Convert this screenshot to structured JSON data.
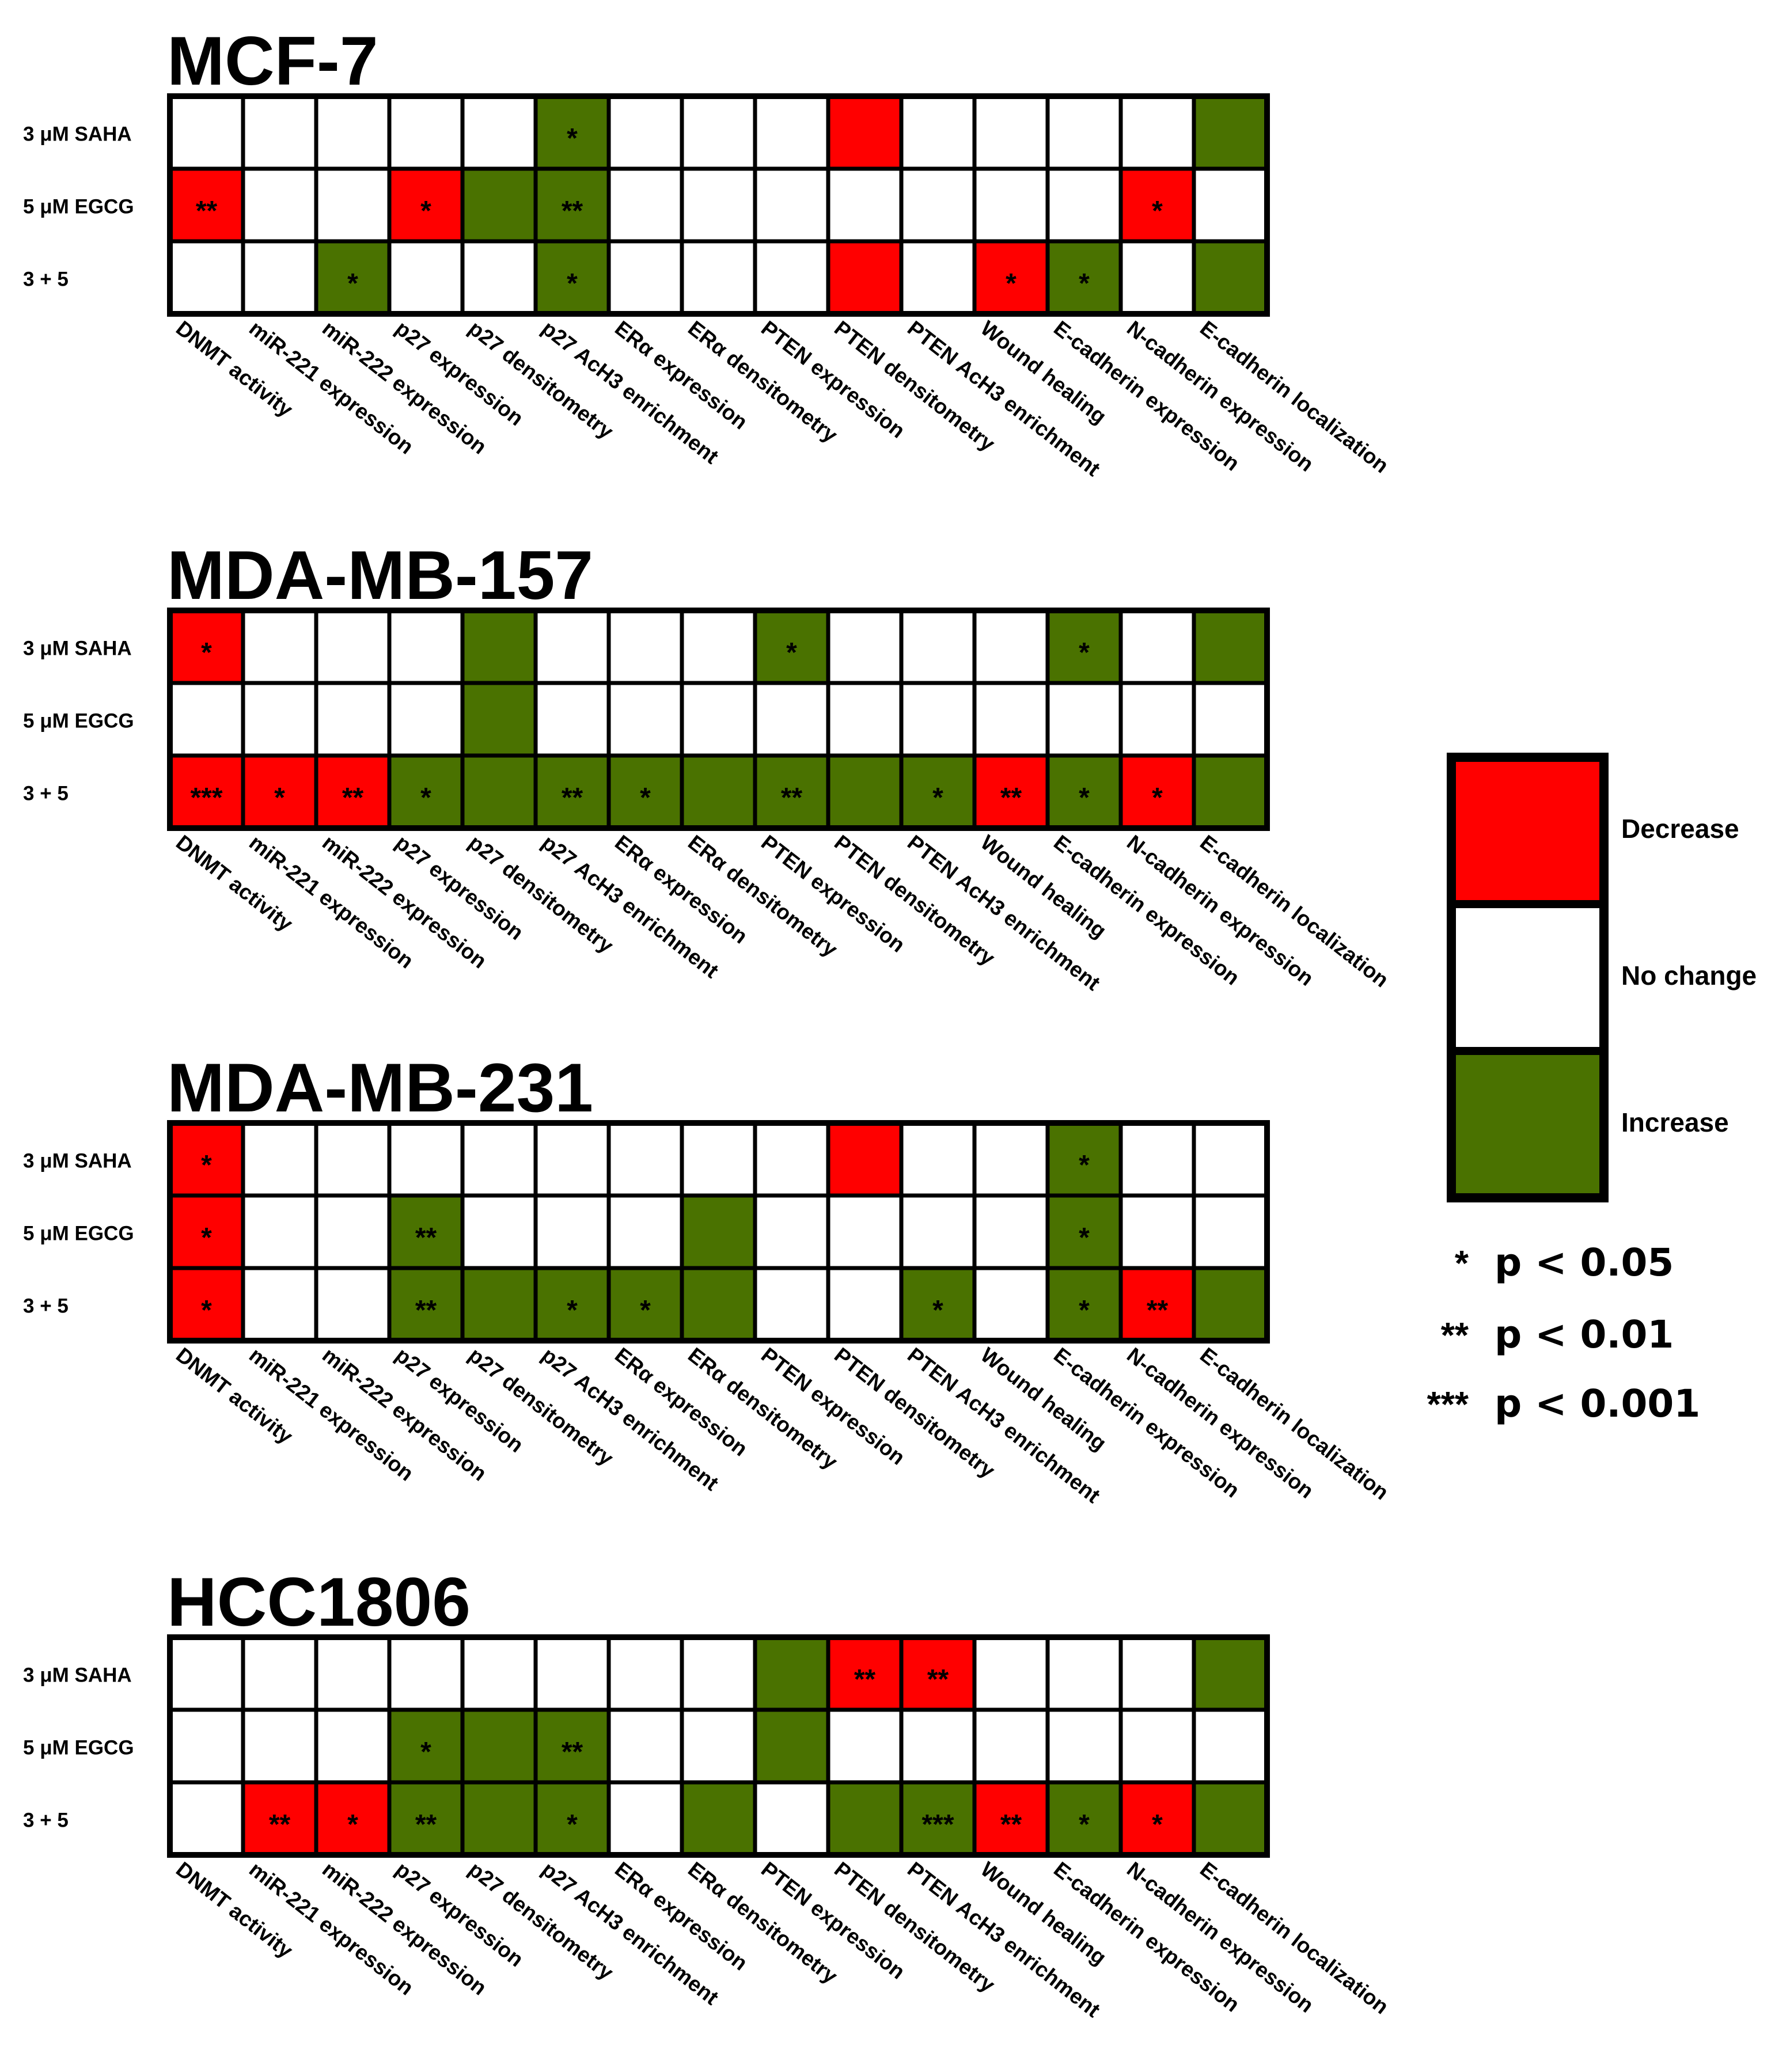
{
  "chart_data": {
    "type": "heatmap",
    "columns": [
      "DNMT activity",
      "miR-221 expression",
      "miR-222 expression",
      "p27 expression",
      "p27 densitometry",
      "p27 AcH3 enrichment",
      "ERα expression",
      "ERα densitometry",
      "PTEN expression",
      "PTEN densitometry",
      "PTEN AcH3 enrichment",
      "Wound healing",
      "E-cadherin expression",
      "N-cadherin expression",
      "E-cadherin localization"
    ],
    "rows": [
      "3 μM SAHA",
      "5 μM EGCG",
      "3 + 5"
    ],
    "colors": {
      "D": "#ff0000",
      "N": "#ffffff",
      "I": "#4a7200"
    },
    "panels": [
      {
        "title": "MCF-7",
        "states": [
          [
            "N",
            "N",
            "N",
            "N",
            "N",
            "I",
            "N",
            "N",
            "N",
            "D",
            "N",
            "N",
            "N",
            "N",
            "I"
          ],
          [
            "D",
            "N",
            "N",
            "D",
            "I",
            "I",
            "N",
            "N",
            "N",
            "N",
            "N",
            "N",
            "N",
            "D",
            "N"
          ],
          [
            "N",
            "N",
            "I",
            "N",
            "N",
            "I",
            "N",
            "N",
            "N",
            "D",
            "N",
            "D",
            "I",
            "N",
            "I"
          ]
        ],
        "stars": [
          [
            "",
            "",
            "",
            "",
            "",
            "*",
            "",
            "",
            "",
            "",
            "",
            "",
            "",
            "",
            ""
          ],
          [
            "**",
            "",
            "",
            "*",
            "",
            "**",
            "",
            "",
            "",
            "",
            "",
            "",
            "",
            "*",
            ""
          ],
          [
            "",
            "",
            "*",
            "",
            "",
            "*",
            "",
            "",
            "",
            "",
            "",
            "*",
            "*",
            "",
            ""
          ]
        ]
      },
      {
        "title": "MDA-MB-157",
        "states": [
          [
            "D",
            "N",
            "N",
            "N",
            "I",
            "N",
            "N",
            "N",
            "I",
            "N",
            "N",
            "N",
            "I",
            "N",
            "I"
          ],
          [
            "N",
            "N",
            "N",
            "N",
            "I",
            "N",
            "N",
            "N",
            "N",
            "N",
            "N",
            "N",
            "N",
            "N",
            "N"
          ],
          [
            "D",
            "D",
            "D",
            "I",
            "I",
            "I",
            "I",
            "I",
            "I",
            "I",
            "I",
            "D",
            "I",
            "D",
            "I"
          ]
        ],
        "stars": [
          [
            "*",
            "",
            "",
            "",
            "",
            "",
            "",
            "",
            "*",
            "",
            "",
            "",
            "*",
            "",
            ""
          ],
          [
            "",
            "",
            "",
            "",
            "",
            "",
            "",
            "",
            "",
            "",
            "",
            "",
            "",
            "",
            ""
          ],
          [
            "***",
            "*",
            "**",
            "*",
            "",
            "**",
            "*",
            "",
            "**",
            "",
            "*",
            "**",
            "*",
            "*",
            ""
          ]
        ]
      },
      {
        "title": "MDA-MB-231",
        "states": [
          [
            "D",
            "N",
            "N",
            "N",
            "N",
            "N",
            "N",
            "N",
            "N",
            "D",
            "N",
            "N",
            "I",
            "N",
            "N"
          ],
          [
            "D",
            "N",
            "N",
            "I",
            "N",
            "N",
            "N",
            "I",
            "N",
            "N",
            "N",
            "N",
            "I",
            "N",
            "N"
          ],
          [
            "D",
            "N",
            "N",
            "I",
            "I",
            "I",
            "I",
            "I",
            "N",
            "N",
            "I",
            "N",
            "I",
            "D",
            "I"
          ]
        ],
        "stars": [
          [
            "*",
            "",
            "",
            "",
            "",
            "",
            "",
            "",
            "",
            "",
            "",
            "",
            "*",
            "",
            ""
          ],
          [
            "*",
            "",
            "",
            "**",
            "",
            "",
            "",
            "",
            "",
            "",
            "",
            "",
            "*",
            "",
            ""
          ],
          [
            "*",
            "",
            "",
            "**",
            "",
            "*",
            "*",
            "",
            "",
            "",
            "*",
            "",
            "*",
            "**",
            ""
          ]
        ]
      },
      {
        "title": "HCC1806",
        "states": [
          [
            "N",
            "N",
            "N",
            "N",
            "N",
            "N",
            "N",
            "N",
            "I",
            "D",
            "D",
            "N",
            "N",
            "N",
            "I"
          ],
          [
            "N",
            "N",
            "N",
            "I",
            "I",
            "I",
            "N",
            "N",
            "I",
            "N",
            "N",
            "N",
            "N",
            "N",
            "N"
          ],
          [
            "N",
            "D",
            "D",
            "I",
            "I",
            "I",
            "N",
            "I",
            "N",
            "I",
            "I",
            "D",
            "I",
            "D",
            "I"
          ]
        ],
        "stars": [
          [
            "",
            "",
            "",
            "",
            "",
            "",
            "",
            "",
            "",
            "**",
            "**",
            "",
            "",
            "",
            ""
          ],
          [
            "",
            "",
            "",
            "*",
            "",
            "**",
            "",
            "",
            "",
            "",
            "",
            "",
            "",
            "",
            ""
          ],
          [
            "",
            "**",
            "*",
            "**",
            "",
            "*",
            "",
            "",
            "",
            "",
            "***",
            "**",
            "*",
            "*",
            ""
          ]
        ]
      }
    ],
    "legend": [
      {
        "key": "D",
        "label": "Decrease"
      },
      {
        "key": "N",
        "label": "No change"
      },
      {
        "key": "I",
        "label": "Increase"
      }
    ],
    "significance": [
      {
        "stars": "*",
        "text": "p < 0.05"
      },
      {
        "stars": "**",
        "text": "p < 0.01"
      },
      {
        "stars": "***",
        "text": "p < 0.001"
      }
    ]
  }
}
